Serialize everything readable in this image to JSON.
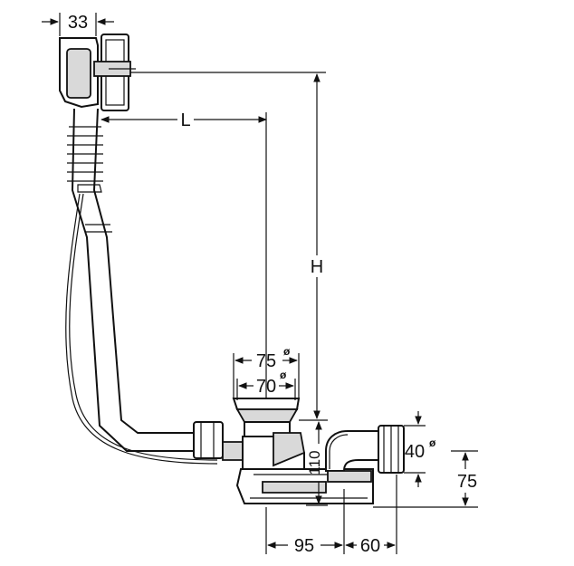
{
  "dimensions": {
    "top_width": "33",
    "length": "L",
    "height": "H",
    "outer_diameter": "75",
    "inner_diameter": "70",
    "diameter_symbol": "ø",
    "drain_height": "110",
    "outlet_diameter": "40",
    "outlet_diameter_symbol": "ø",
    "outlet_height": "75",
    "offset_a": "95",
    "offset_b": "60"
  },
  "colors": {
    "line": "#111111",
    "shade": "#d9d9d9",
    "background": "#ffffff"
  }
}
